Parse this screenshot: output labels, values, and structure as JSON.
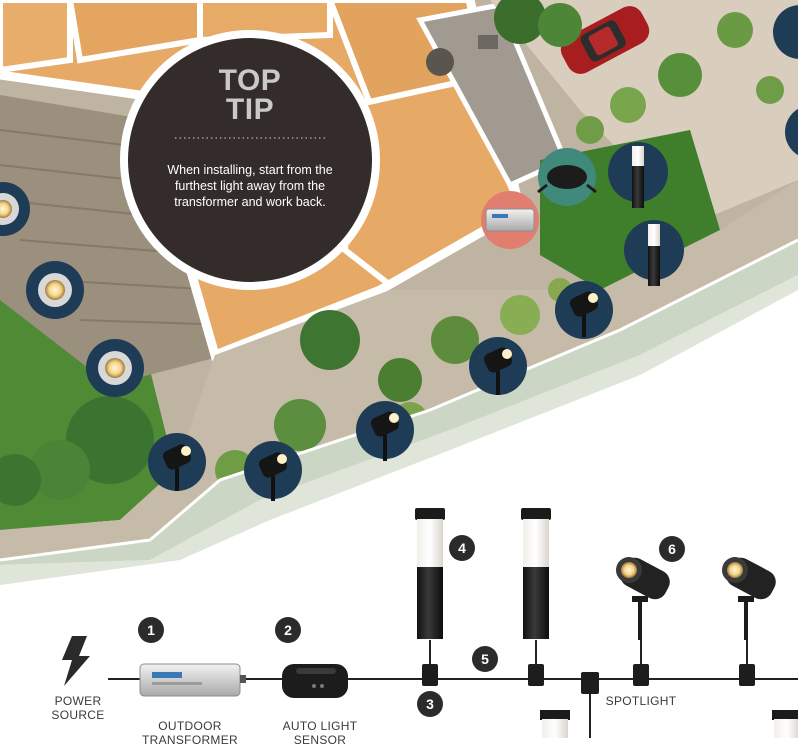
{
  "tip": {
    "title_line1": "TOP",
    "title_line2": "TIP",
    "body": "When installing, start from the furthest light away from the transformer and work back."
  },
  "labels": {
    "power_source_line1": "POWER",
    "power_source_line2": "SOURCE",
    "outdoor_transformer_line1": "OUTDOOR",
    "outdoor_transformer_line2": "TRANSFORMER",
    "auto_light_sensor_line1": "AUTO LIGHT",
    "auto_light_sensor_line2": "SENSOR",
    "spotlight": "SPOTLIGHT"
  },
  "steps": [
    "1",
    "2",
    "3",
    "4",
    "5",
    "6"
  ],
  "icons": [
    "lightning-bolt-icon",
    "transformer-icon",
    "light-sensor-icon",
    "bollard-light-icon",
    "spotlight-icon",
    "deck-light-icon",
    "car-icon"
  ],
  "colors": {
    "tip_circle": "#332c2b",
    "badge": "#2b2b2b",
    "icon_circle_navy": "#1f3c57",
    "icon_circle_teal": "#3f8a7a",
    "icon_circle_salmon": "#e07f70",
    "lawn": "#4f8a34",
    "floor": "#e6a966",
    "terrain_band": "#ccd6c4"
  }
}
